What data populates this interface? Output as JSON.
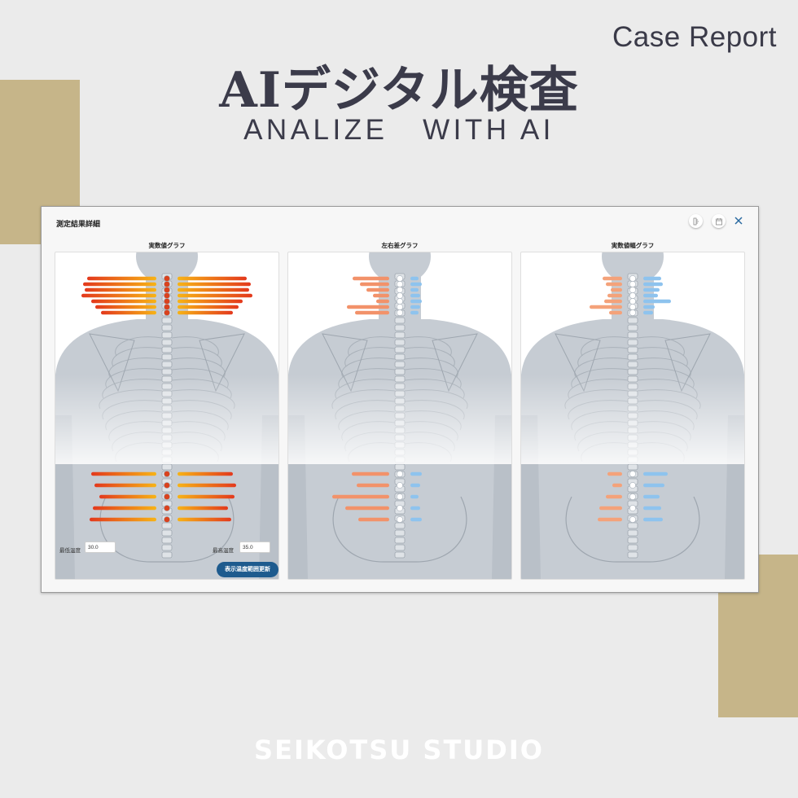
{
  "header": {
    "case_report": "Case Report",
    "title": "AIデジタル検査",
    "subtitle": "ANALIZE   WITH AI"
  },
  "footer": {
    "brand": "SEIKOTSU STUDIO"
  },
  "colors": {
    "accent_gold": "#c6b589",
    "background": "#ebebeb",
    "button_blue": "#1e5b8e",
    "heat_orange": "#e8641e",
    "cool_blue": "#8ec3ee",
    "warm_salmon": "#f4a27a"
  },
  "window": {
    "title": "測定結果詳細",
    "icons": [
      "ruler-icon",
      "calendar-icon",
      "close-icon"
    ]
  },
  "charts": [
    {
      "label": "実数値グラフ"
    },
    {
      "label": "左右差グラフ"
    },
    {
      "label": "実数値幅グラフ"
    }
  ],
  "controls": {
    "min_label": "最低温度",
    "min_value": "30.0",
    "max_label": "最高温度",
    "max_value": "35.0",
    "update_button": "表示温度範囲更新"
  }
}
